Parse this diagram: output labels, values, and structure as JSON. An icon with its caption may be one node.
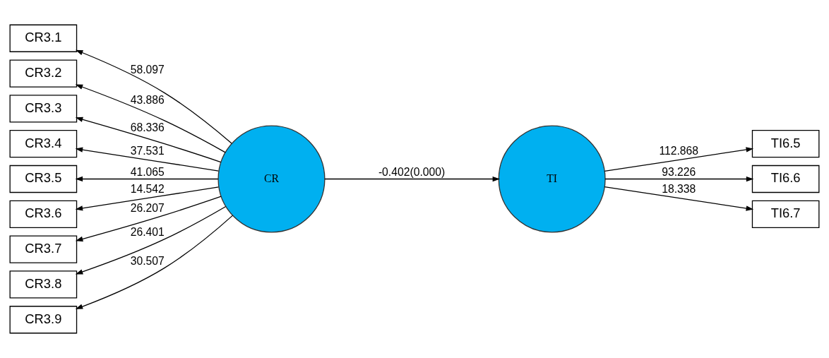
{
  "diagram": {
    "nodes": [
      {
        "text": [
          "CR3.1"
        ]
      },
      {
        "text": [
          "CR3.2"
        ]
      },
      {
        "text": [
          "CR3.3"
        ]
      },
      {
        "text": [
          "CR3.4"
        ]
      },
      {
        "text": [
          "CR3.5"
        ]
      },
      {
        "text": [
          "CR3.6"
        ]
      },
      {
        "text": [
          "CR3.7"
        ]
      },
      {
        "text": [
          "CR3.8"
        ]
      },
      {
        "text": [
          "CR3.9"
        ]
      },
      {
        "text": [
          "CR"
        ]
      },
      {
        "text": [
          "TI"
        ]
      },
      {
        "text": [
          "TI6.5"
        ]
      },
      {
        "text": [
          "TI6.6"
        ]
      },
      {
        "text": [
          "TI6.7"
        ]
      }
    ],
    "edges": [
      {
        "from": 9,
        "to": 0,
        "arrow": "to",
        "label": "58.097"
      },
      {
        "from": 9,
        "to": 1,
        "arrow": "to",
        "label": "43.886"
      },
      {
        "from": 9,
        "to": 2,
        "arrow": "to",
        "label": "68.336"
      },
      {
        "from": 9,
        "to": 3,
        "arrow": "to",
        "label": "37.531"
      },
      {
        "from": 9,
        "to": 4,
        "arrow": "to",
        "label": "41.065"
      },
      {
        "from": 9,
        "to": 5,
        "arrow": "to",
        "label": "14.542"
      },
      {
        "from": 9,
        "to": 6,
        "arrow": "to",
        "label": "26.207"
      },
      {
        "from": 9,
        "to": 7,
        "arrow": "to",
        "label": "26.401"
      },
      {
        "from": 9,
        "to": 8,
        "arrow": "to",
        "label": "30.507"
      },
      {
        "from": 9,
        "to": 10,
        "arrow": "to",
        "label": "-0.402(0.000)"
      },
      {
        "from": 10,
        "to": 11,
        "arrow": "to",
        "label": "112.868"
      },
      {
        "from": 10,
        "to": 12,
        "arrow": "to",
        "label": "93.226"
      },
      {
        "from": 10,
        "to": 13,
        "arrow": "to",
        "label": "18.338"
      }
    ]
  }
}
